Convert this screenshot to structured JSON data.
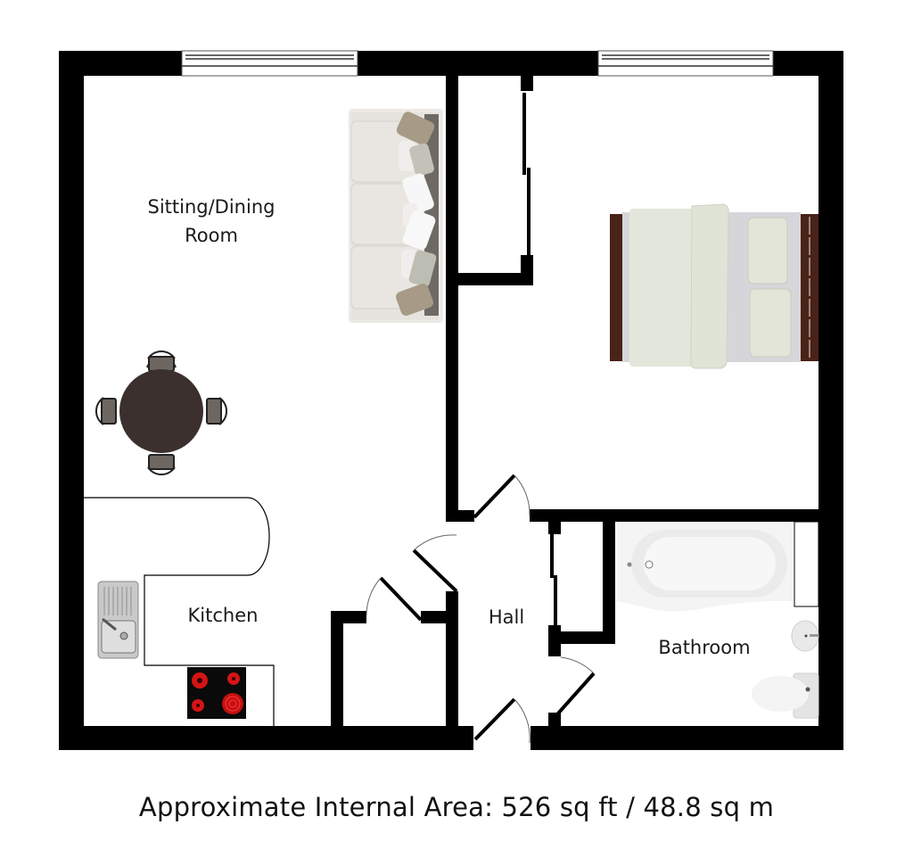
{
  "plan": {
    "rooms": [
      {
        "id": "sitting",
        "label_line1": "Sitting/Dining",
        "label_line2": "Room"
      },
      {
        "id": "bedroom",
        "label_line1": ""
      },
      {
        "id": "kitchen",
        "label_line1": "Kitchen"
      },
      {
        "id": "hall",
        "label_line1": "Hall"
      },
      {
        "id": "bathroom",
        "label_line1": "Bathroom"
      }
    ],
    "furniture": [
      "sofa-icon",
      "dining-table-icon",
      "double-bed-icon",
      "sink-icon",
      "hob-icon",
      "bathtub-icon",
      "washbasin-icon",
      "toilet-icon"
    ],
    "colors": {
      "wall": "#000000",
      "floor": "#ffffff",
      "bed_frame": "#4a2318",
      "bed_linen": "#e4e8dc",
      "table": "#3b302d",
      "hob_glow": "#e01010",
      "sofa": "#ece9e6"
    }
  },
  "caption": {
    "text": "Approximate Internal Area: 526 sq ft / 48.8 sq m"
  }
}
